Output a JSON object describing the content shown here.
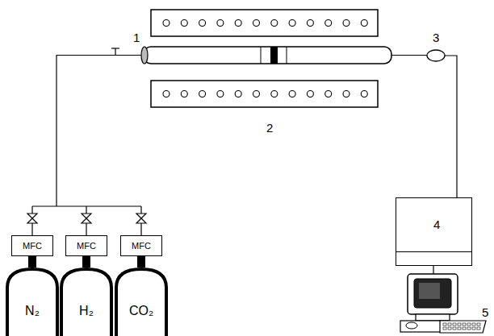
{
  "diagram": {
    "nodes": [
      {
        "text": [
          "4"
        ]
      },
      {
        "text": [
          "MFC"
        ]
      },
      {
        "text": [
          "MFC"
        ]
      },
      {
        "text": [
          "MFC"
        ]
      },
      {
        "text": [
          "N₂"
        ]
      },
      {
        "text": [
          "H₂"
        ]
      },
      {
        "text": [
          "CO₂"
        ]
      }
    ],
    "edges": [
      {
        "from": 4,
        "to": 1,
        "arrow": "none"
      },
      {
        "from": 5,
        "to": 2,
        "arrow": "none"
      },
      {
        "from": 6,
        "to": 3,
        "arrow": "none"
      }
    ],
    "labels": [
      "1",
      "2",
      "3",
      "5"
    ]
  }
}
